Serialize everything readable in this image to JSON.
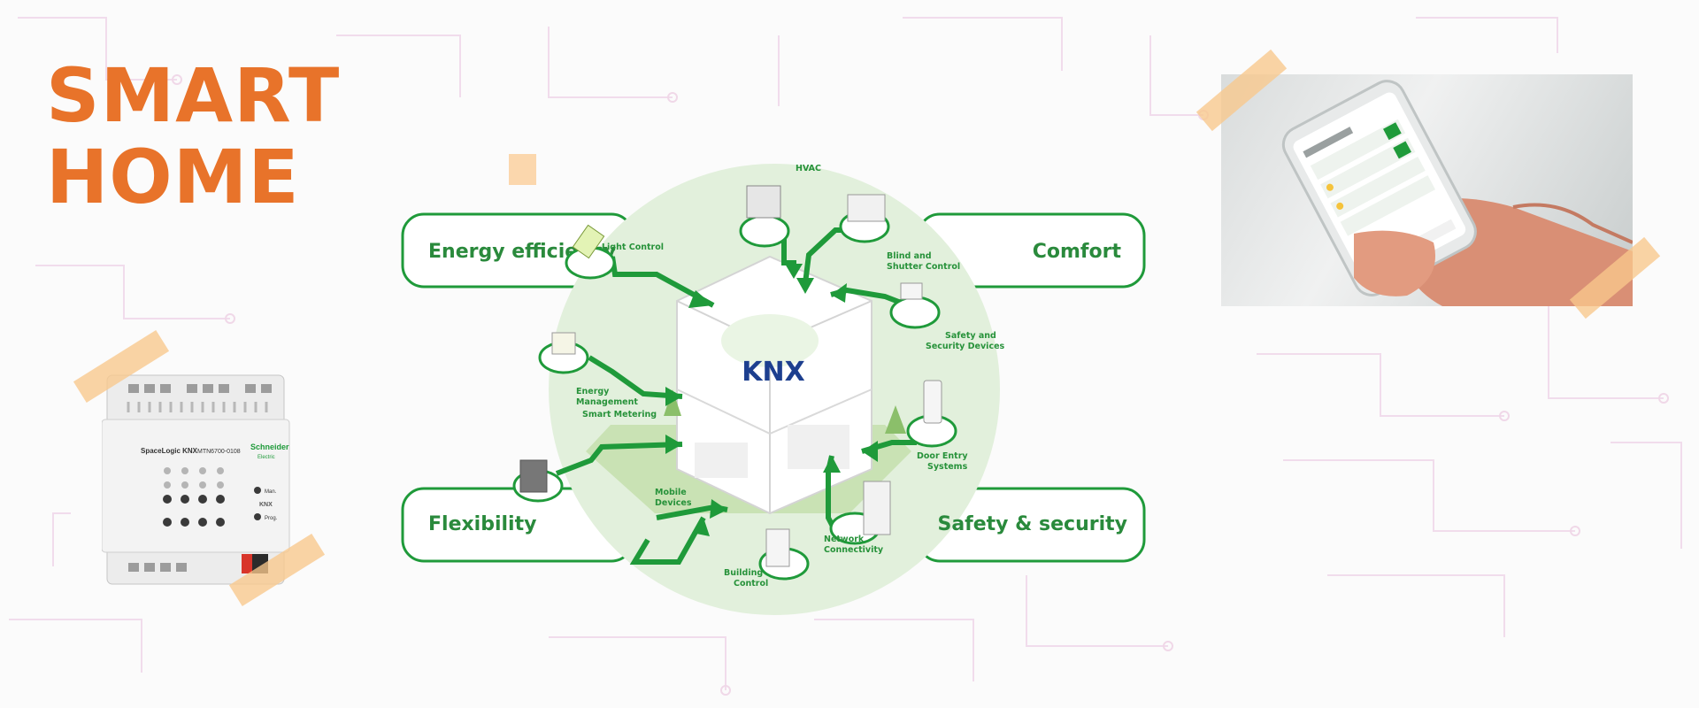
{
  "title": {
    "line1": "SMART",
    "line2": "HOME"
  },
  "pills": {
    "top_left": "Energy efficiency",
    "top_right": "Comfort",
    "bottom_left": "Flexibility",
    "bottom_right": "Safety & security"
  },
  "center": {
    "logo": "KNX"
  },
  "callouts": {
    "hvac": "HVAC",
    "light": "Light Control",
    "blind_1": "Blind and",
    "blind_2": "Shutter Control",
    "safety_1": "Safety and",
    "safety_2": "Security Devices",
    "energy_1": "Energy",
    "energy_2": "Management",
    "metering": "Smart Metering",
    "door_1": "Door Entry",
    "door_2": "Systems",
    "mobile_1": "Mobile",
    "mobile_2": "Devices",
    "network_1": "Network",
    "network_2": "Connectivity",
    "building_1": "Building",
    "building_2": "Control"
  },
  "device": {
    "brand_1": "Schneider",
    "brand_2": "Electric",
    "model": "SpaceLogic KNX",
    "part": "MTN6700-0108",
    "knx": "KNX",
    "man": "Man.",
    "prog": "Prog."
  },
  "colors": {
    "accent": "#e8732a",
    "green": "#1f9a3a",
    "circle": "#e2f0dc"
  }
}
